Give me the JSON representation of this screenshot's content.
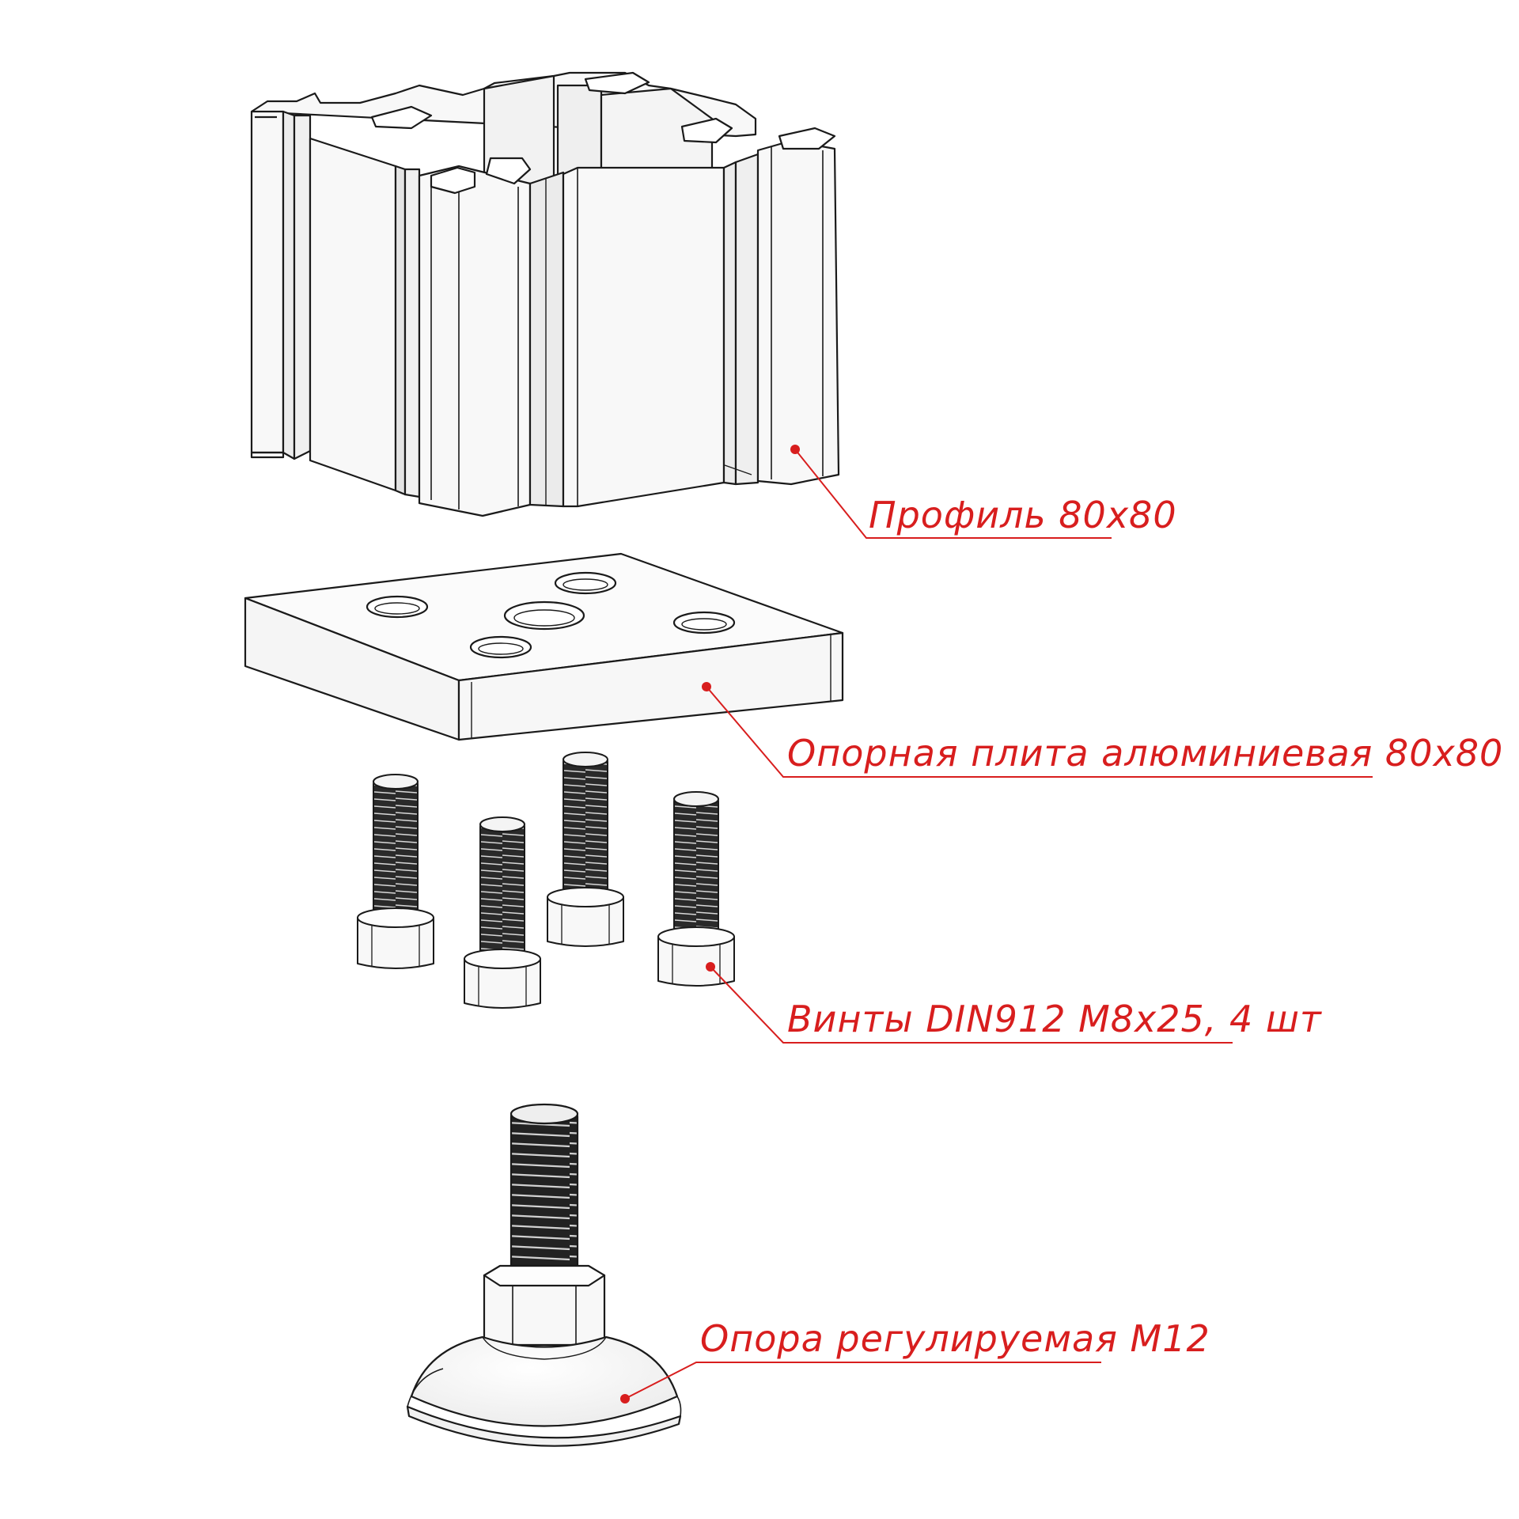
{
  "colors": {
    "callout": "#d81e1e",
    "line": "#1a1a1a",
    "part_fill": "#f7f7f7",
    "thread": "#222222"
  },
  "callouts": [
    {
      "text": "Профиль 80x80"
    },
    {
      "text": "Опорная плита алюминиевая 80x80"
    },
    {
      "text": "Винты DIN912 M8x25, 4 шт"
    },
    {
      "text": "Опора регулируемая M12"
    }
  ]
}
